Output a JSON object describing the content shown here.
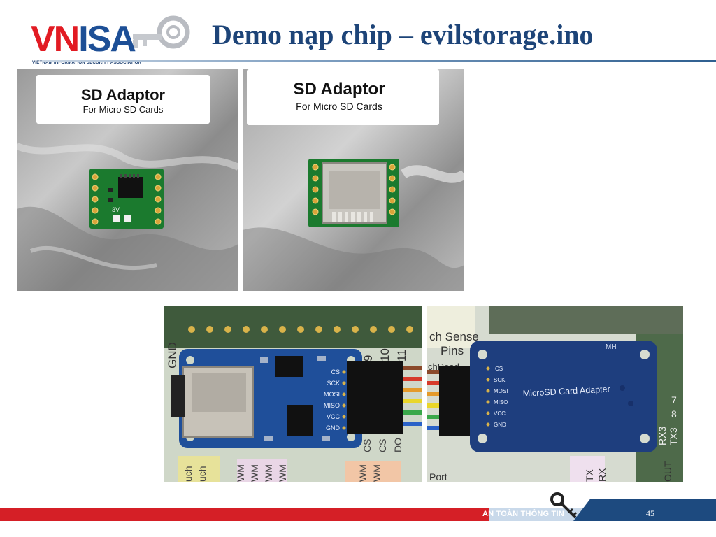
{
  "header": {
    "logo_text_red": "VN",
    "logo_text_blue": "ISA",
    "logo_subtitle": "VIETNAM INFORMATION SECURITY ASSOCIATION",
    "title": "Demo nạp chip – evilstorage.ino"
  },
  "photos": {
    "sd_front": {
      "label_line1": "SD Adaptor",
      "label_line2": "For Micro SD Cards",
      "silk_3v": "3V"
    },
    "sd_back": {
      "label_line1": "SD Adaptor",
      "label_line2": "For Micro SD Cards"
    },
    "module_front": {
      "pins": [
        "CS",
        "SCK",
        "MOSI",
        "MISO",
        "VCC",
        "GND"
      ],
      "bg_labels": [
        "GND",
        "9",
        "10",
        "11",
        "uch",
        "uch",
        "WM",
        "WM",
        "WM",
        "WM",
        "WM",
        "WM",
        "CS",
        "CS",
        "DO"
      ]
    },
    "module_back": {
      "board_label": "MicroSD Card Adapter",
      "board_mark": "MH",
      "pins": [
        "CS",
        "SCK",
        "MOSI",
        "MISO",
        "VCC",
        "GND"
      ],
      "bg_labels": [
        "ch Sense",
        "Pins",
        "chRead",
        "TX",
        "RX",
        "RX3",
        "TX3",
        "OUT",
        "Port",
        "7",
        "8"
      ]
    }
  },
  "footer": {
    "label": "AN TOÀN THÔNG TIN",
    "page_number": "45"
  },
  "colors": {
    "title": "#1d4478",
    "logo_red": "#e21b23",
    "logo_blue": "#1d4f96",
    "footer_red": "#d51f26",
    "footer_blue": "#1d4a7f",
    "pcb_green": "#1b7a2e",
    "pcb_blue": "#1f4f9a"
  }
}
